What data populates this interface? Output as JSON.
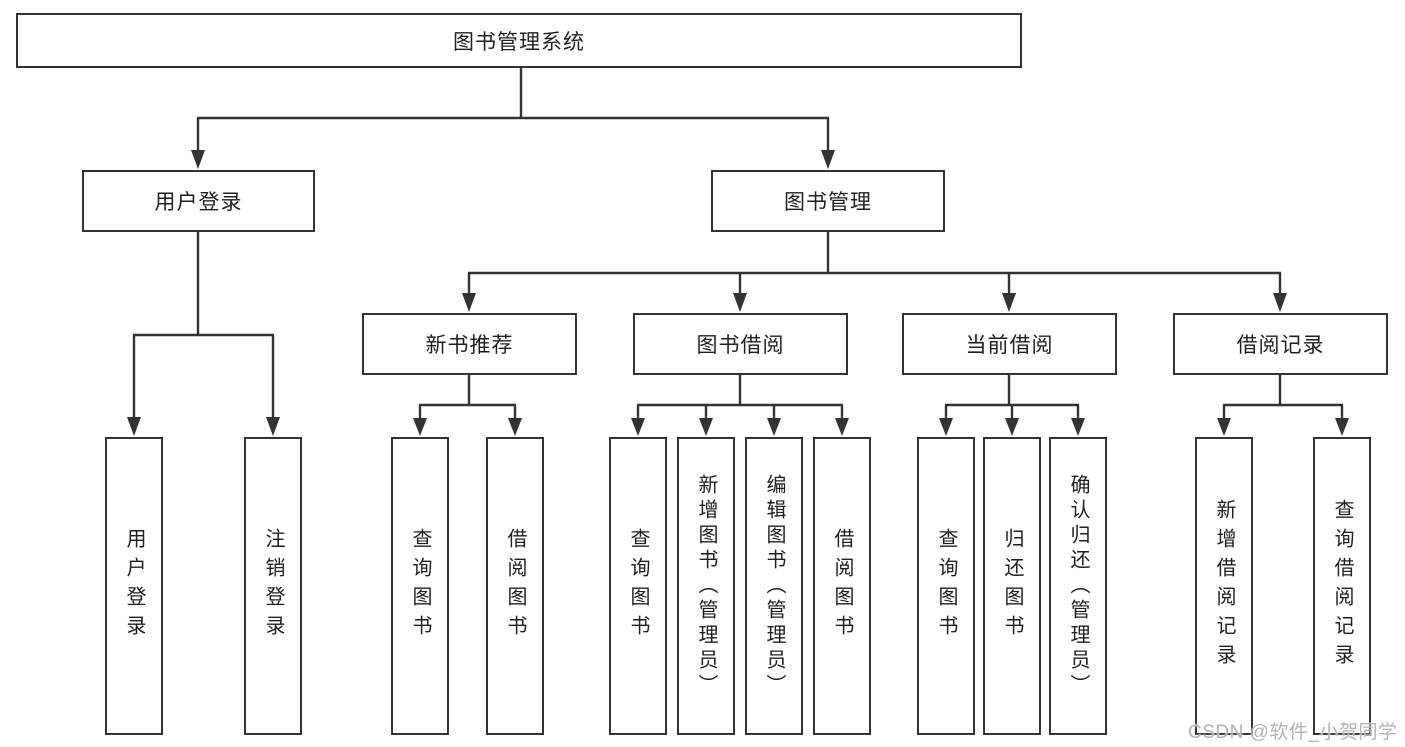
{
  "diagram": {
    "title_node": "图书管理系统",
    "nodes": {
      "root": "图书管理系统",
      "user_login": "用户登录",
      "book_mgmt": "图书管理",
      "new_book": "新书推荐",
      "book_borrow": "图书借阅",
      "current_borrow": "当前借阅",
      "borrow_record": "借阅记录",
      "leaf_user_login": "用户登录",
      "leaf_logout": "注销登录",
      "leaf_nb_query": "查询图书",
      "leaf_nb_borrow": "借阅图书",
      "leaf_bb_query": "查询图书",
      "leaf_bb_add": "新增图书（管理员）",
      "leaf_bb_edit": "编辑图书（管理员）",
      "leaf_bb_borrow": "借阅图书",
      "leaf_cb_query": "查询图书",
      "leaf_cb_return": "归还图书",
      "leaf_cb_confirm": "确认归还（管理员）",
      "leaf_br_add": "新增借阅记录",
      "leaf_br_query": "查询借阅记录"
    }
  },
  "watermark": {
    "text": "CSDN @软件_小贺同学"
  },
  "colors": {
    "line": "#333333",
    "text": "#1f1f1f",
    "box_bg": "#ffffff",
    "watermark": "#b3b3b3",
    "background": "#ffffff"
  }
}
